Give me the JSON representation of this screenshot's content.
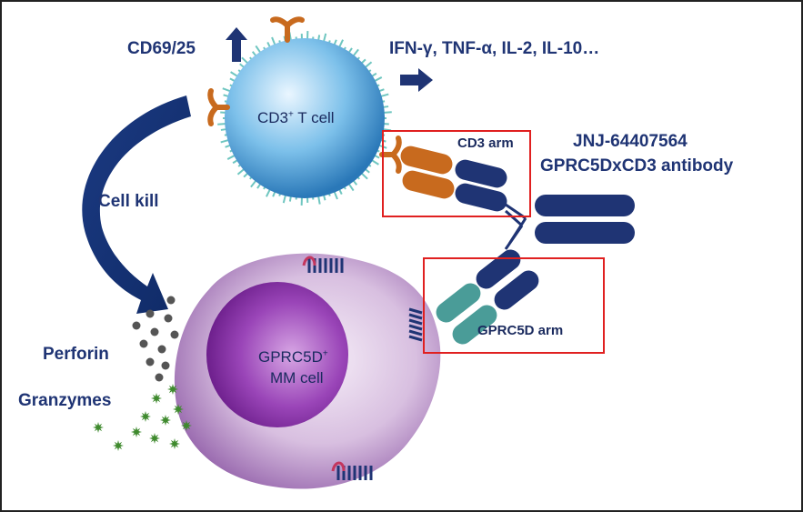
{
  "labels": {
    "cd69": "CD69/25",
    "cytokines": "IFN-γ, TNF-α, IL-2, IL-10…",
    "tcell_main": "CD3",
    "tcell_sup": "+",
    "tcell_rest": " T cell",
    "cd3_arm": "CD3 arm",
    "drug_line1": "JNJ-64407564",
    "drug_line2": "GPRC5DxCD3 antibody",
    "cell_kill": "Cell kill",
    "perforin": "Perforin",
    "granzymes": "Granzymes",
    "mm_line1_main": "GPRC5D",
    "mm_line1_sup": "+",
    "mm_line2": "MM cell",
    "gprc5d_arm": "GPRC5D arm"
  },
  "colors": {
    "text": "#1f3474",
    "highlight_box": "#e02020",
    "tcell": "#4ea3d8",
    "mm_cell": "#b58ac4",
    "nucleus": "#8a3aa8",
    "antibody_heavy": "#1f3474",
    "cd3_arm": "#c86a1e",
    "gprc5d_arm": "#4a9c98",
    "perforin": "#555555",
    "granzymes": "#3f8a2e"
  }
}
